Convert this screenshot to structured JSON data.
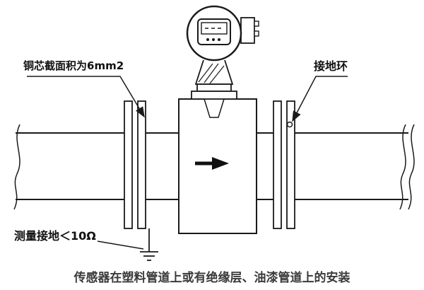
{
  "diagram": {
    "labels": {
      "copper_core": "铜芯截面积为6mm2",
      "ground_ring": "接地环",
      "measure_ground": "测量接地＜10Ω",
      "caption": "传感器在塑料管道上或有绝缘层、油漆管道上的安装"
    },
    "colors": {
      "line": "#1a1a1a",
      "background": "#ffffff",
      "caption_text": "#3a3a3a"
    },
    "symbols": {
      "flow_arrow": "right-arrow",
      "earth": "earth-ground-symbol"
    }
  }
}
